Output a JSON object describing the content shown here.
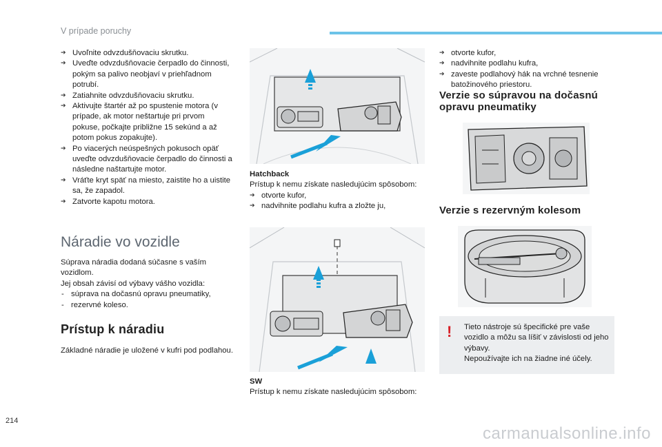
{
  "header": {
    "title": "V prípade poruchy"
  },
  "page_number": "214",
  "watermark": "carmanualsonline.info",
  "left": {
    "steps": [
      "Uvoľnite odvzdušňovaciu skrutku.",
      "Uveďte odvzdušňovacie čerpadlo do činnosti, pokým sa palivo neobjaví v priehľadnom potrubí.",
      "Zatiahnite odvzdušňovaciu skrutku.",
      "Aktivujte štartér až po spustenie motora (v prípade, ak motor neštartuje pri prvom pokuse, počkajte približne 15 sekúnd a až potom pokus zopakujte).",
      "Po viacerých neúspešných pokusoch opäť uveďte odvzdušňovacie čerpadlo do činnosti a následne naštartujte motor.",
      "Vráťte kryt späť na miesto, zaistite ho a uistite sa, že zapadol.",
      "Zatvorte kapotu motora."
    ],
    "tools_title": "Náradie vo vozidle",
    "tools_intro_1": "Súprava náradia dodaná súčasne s vaším vozidlom.",
    "tools_intro_2": "Jej obsah závisí od výbavy vášho vozidla:",
    "tools_items": [
      "súprava na dočasnú opravu pneumatiky,",
      "rezervné koleso."
    ],
    "access_title": "Prístup k náradiu",
    "access_text": "Základné náradie je uložené v kufri pod podlahou."
  },
  "middle": {
    "hatchback_label": "Hatchback",
    "hatchback_text": "Prístup k nemu získate nasledujúcim spôsobom:",
    "hatchback_steps": [
      "otvorte kufor,",
      "nadvihnite podlahu kufra a zložte ju,"
    ],
    "sw_label": "SW",
    "sw_text": "Prístup k nemu získate nasledujúcim spôsobom:"
  },
  "right": {
    "steps": [
      "otvorte kufor,",
      "nadvihnite podlahu kufra,",
      "zaveste podlahový hák na vrchné tesnenie batožinového priestoru."
    ],
    "kit_title": "Verzie so súpravou na dočasnú opravu pneumatiky",
    "spare_title": "Verzie s rezervným kolesom",
    "note_mark": "!",
    "note_text_1": "Tieto nástroje sú špecifické pre vaše vozidlo a môžu sa líšiť v závislosti od jeho výbavy.",
    "note_text_2": "Nepoužívajte ich na žiadne iné účely."
  },
  "colors": {
    "accent": "#6cc3e8",
    "warning": "#d71f26",
    "arrow": "#1aa0d8",
    "heading_gray": "#5d6670"
  }
}
